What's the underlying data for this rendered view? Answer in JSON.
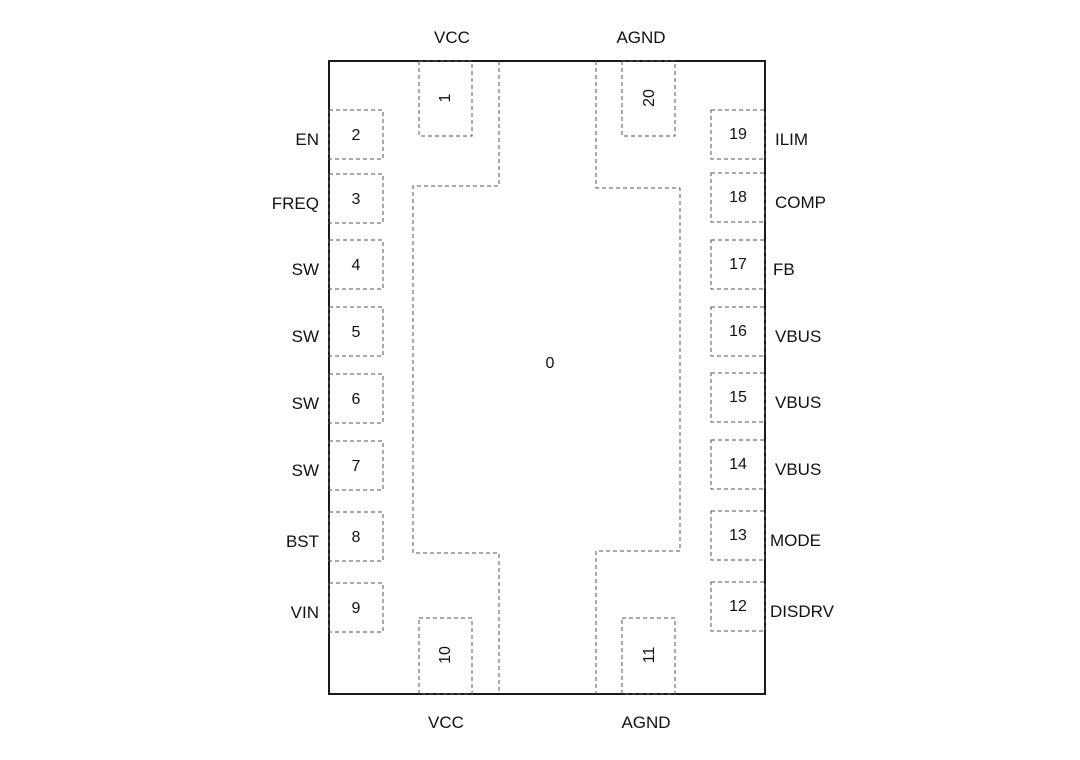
{
  "diagram": {
    "type": "ic-pinout",
    "package_view": "top",
    "thermal_pad": {
      "number": "0"
    },
    "top_labels": [
      "VCC",
      "AGND"
    ],
    "bottom_labels": [
      "VCC",
      "AGND"
    ],
    "pins": {
      "1": "VCC",
      "2": "EN",
      "3": "FREQ",
      "4": "SW",
      "5": "SW",
      "6": "SW",
      "7": "SW",
      "8": "BST",
      "9": "VIN",
      "10": "VCC",
      "11": "AGND",
      "12": "DISDRV",
      "13": "MODE",
      "14": "VBUS",
      "15": "VBUS",
      "16": "VBUS",
      "17": "FB",
      "18": "COMP",
      "19": "ILIM",
      "20": "AGND"
    },
    "left_pins": [
      {
        "num": "2",
        "name": "EN"
      },
      {
        "num": "3",
        "name": "FREQ"
      },
      {
        "num": "4",
        "name": "SW"
      },
      {
        "num": "5",
        "name": "SW"
      },
      {
        "num": "6",
        "name": "SW"
      },
      {
        "num": "7",
        "name": "SW"
      },
      {
        "num": "8",
        "name": "BST"
      },
      {
        "num": "9",
        "name": "VIN"
      }
    ],
    "right_pins": [
      {
        "num": "19",
        "name": "ILIM"
      },
      {
        "num": "18",
        "name": "COMP"
      },
      {
        "num": "17",
        "name": "FB"
      },
      {
        "num": "16",
        "name": "VBUS"
      },
      {
        "num": "15",
        "name": "VBUS"
      },
      {
        "num": "14",
        "name": "VBUS"
      },
      {
        "num": "13",
        "name": "MODE"
      },
      {
        "num": "12",
        "name": "DISDRV"
      }
    ],
    "top_pins": [
      {
        "num": "1",
        "name": "VCC"
      },
      {
        "num": "20",
        "name": "AGND"
      }
    ],
    "bottom_pins": [
      {
        "num": "10",
        "name": "VCC"
      },
      {
        "num": "11",
        "name": "AGND"
      }
    ]
  }
}
